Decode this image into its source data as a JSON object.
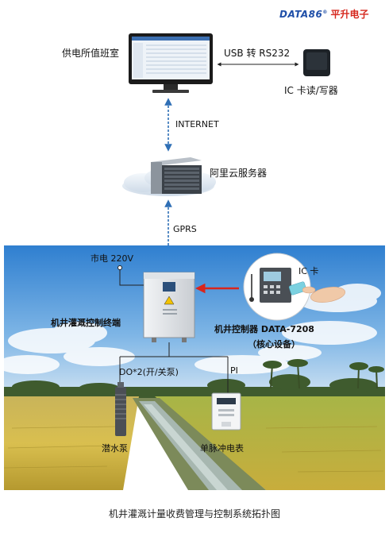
{
  "brand": {
    "logo_en": "DATA86",
    "logo_sup": "®",
    "logo_cn": "平升电子"
  },
  "nodes": {
    "duty_room": "供电所值班室",
    "usb": "USB 转 RS232",
    "ic_reader": "IC 卡读/写器",
    "internet": "INTERNET",
    "aliyun": "阿里云服务器",
    "gprs": "GPRS",
    "mains": "市电 220V",
    "ic_card": "IC 卡",
    "terminal": "机井灌溉控制终端",
    "controller": "机井控制器 DATA-7208",
    "core_device": "（核心设备）",
    "do_label": "DO*2(开/关泵)",
    "pi_label": "PI",
    "pump": "潜水泵",
    "meter": "单脉冲电表"
  },
  "caption": "机井灌溉计量收费管理与控制系统拓扑图",
  "colors": {
    "arrow_blue": "#2f6fb5",
    "arrow_red": "#d9251c",
    "brand_blue": "#1f4fa8",
    "brand_red": "#d6281e"
  }
}
